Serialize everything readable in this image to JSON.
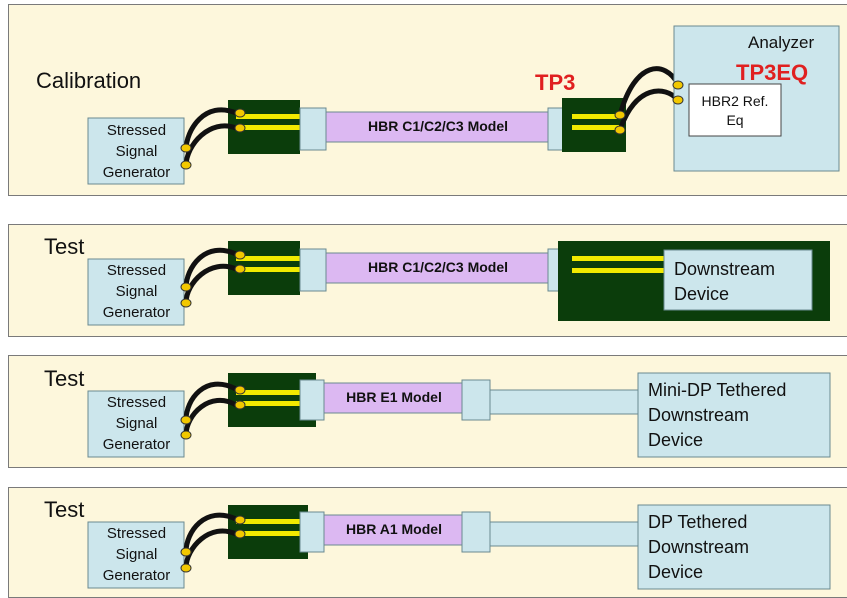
{
  "colors": {
    "panel": "#fdf7dc",
    "board": "#0b3d0b",
    "trace": "#f2ea00",
    "box": "#cce6ec",
    "model": "#dcb8f2",
    "accent": "#e02020"
  },
  "calibration": {
    "heading": "Calibration",
    "generator": [
      "Stressed",
      "Signal",
      "Generator"
    ],
    "model": "HBR C1/C2/C3 Model",
    "tp3": "TP3",
    "analyzer": "Analyzer",
    "tp3eq": "TP3EQ",
    "ref_eq": [
      "HBR2 Ref.",
      "Eq"
    ]
  },
  "test1": {
    "heading": "Test",
    "generator": [
      "Stressed",
      "Signal",
      "Generator"
    ],
    "model": "HBR C1/C2/C3 Model",
    "device": [
      "Downstream",
      "Device"
    ]
  },
  "test2": {
    "heading": "Test",
    "generator": [
      "Stressed",
      "Signal",
      "Generator"
    ],
    "model": "HBR E1 Model",
    "device": [
      "Mini-DP Tethered",
      "Downstream",
      "Device"
    ]
  },
  "test3": {
    "heading": "Test",
    "generator": [
      "Stressed",
      "Signal",
      "Generator"
    ],
    "model": "HBR A1 Model",
    "device": [
      "DP Tethered",
      "Downstream",
      "Device"
    ]
  }
}
